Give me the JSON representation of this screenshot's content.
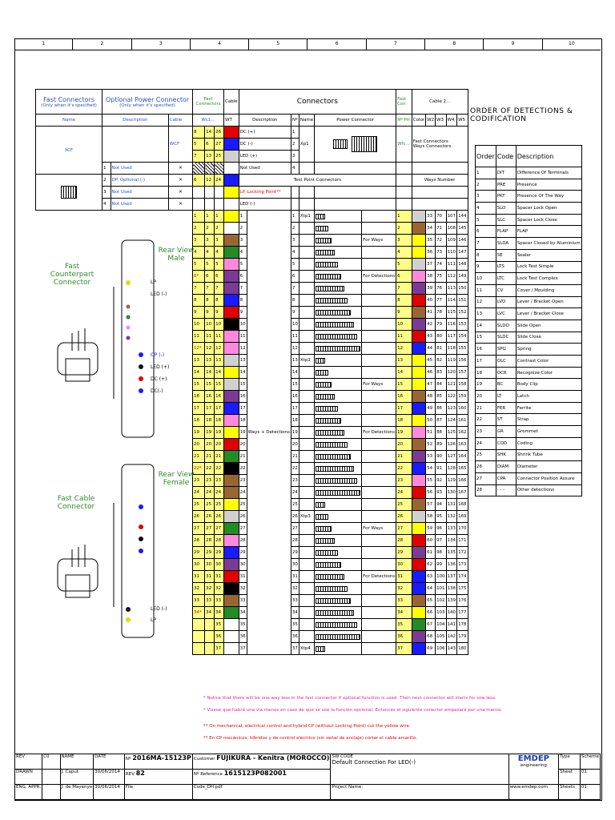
{
  "ruler": [
    "1",
    "2",
    "3",
    "4",
    "5",
    "6",
    "7",
    "8",
    "9",
    "10"
  ],
  "header": {
    "fast_connectors": "Fast Connectors",
    "fast_connectors_note": "(Only when it's specified)",
    "optional_power": "Optional Power Connector",
    "optional_power_note": "(Only when it's specified)",
    "fast_connectors2": "Fast Connectors",
    "cable": "Cable",
    "connectors": "Connectors",
    "fast_con": "Fast Con",
    "cable2": "Cable 2...",
    "name": "Name",
    "description": "Description",
    "cable_col": "Cable",
    "wc": "Wc1...",
    "wt": "WT",
    "desc2": "Description",
    "nr": "Nº",
    "name2": "Name",
    "power_connector": "Power Connector",
    "nr_pin": "Nº Pin",
    "color": "Color",
    "w2": "W2",
    "w3": "W3",
    "w4": "W4",
    "w5": "W5"
  },
  "power_rows": [
    {
      "wc": [
        "8",
        "14",
        "26"
      ],
      "color": "#e00000",
      "desc": "DC (+)",
      "nr": "1"
    },
    {
      "wc": [
        "5",
        "6",
        "27"
      ],
      "color": "#1a1aff",
      "desc": "DC (-)",
      "nr": "2"
    },
    {
      "wc": [
        "7",
        "13",
        "25"
      ],
      "color": "#d0d0d0",
      "desc": "LED (+)",
      "nr": "3"
    },
    {
      "wc": [
        "",
        "",
        ""
      ],
      "color": "#ffffff",
      "desc": "Not Used",
      "nr": "4"
    }
  ],
  "xcf": "XCF",
  "wcf": "WCF",
  "xp1": "Xp1",
  "fast_con_label": "Wfc...",
  "ways_connectors": "Fast Connectors Ways Connectors",
  "opt_rows": [
    {
      "n": "1",
      "d": "Not Used"
    },
    {
      "n": "2",
      "d": "DP. Optional (-)"
    },
    {
      "n": "3",
      "d": "Not Used"
    },
    {
      "n": "4",
      "d": "Not Used"
    }
  ],
  "test_point_connectors": "Test Point Connectors",
  "ways_number": "Ways Number",
  "lp_locking": "LP. Locking Point**",
  "led_minus": "LED (-)",
  "for_ways": "For Ways",
  "for_detections": "For Detections",
  "ways_detections": "Ways + Detections",
  "xtp_labels": [
    "Xtp1",
    "Xtp2",
    "Xtp3",
    "Xtp4"
  ],
  "wire_rows": [
    {
      "a": "1",
      "b": "1",
      "c": "1",
      "col": "#ffff00",
      "col2": "#d0d0d0",
      "n": "1",
      "w": [
        "33",
        "70",
        "107",
        "144"
      ]
    },
    {
      "a": "2",
      "b": "2",
      "c": "2",
      "col": "#ffffff",
      "col2": "#996633",
      "n": "2",
      "w": [
        "34",
        "71",
        "108",
        "145"
      ]
    },
    {
      "a": "3",
      "b": "3",
      "c": "3",
      "col": "#996633",
      "col2": "#ffff00",
      "n": "3",
      "w": [
        "35",
        "72",
        "109",
        "146"
      ]
    },
    {
      "a": "4",
      "b": "4",
      "c": "4",
      "col": "#228b22",
      "col2": "#ffff00",
      "n": "4",
      "w": [
        "36",
        "73",
        "110",
        "147"
      ]
    },
    {
      "a": "5",
      "b": "5",
      "c": "5",
      "col": "#ff88dd",
      "col2": "#d0d0d0",
      "n": "5",
      "w": [
        "37",
        "74",
        "111",
        "148"
      ]
    },
    {
      "a": "6*",
      "b": "6",
      "c": "6",
      "col": "#7b3a96",
      "col2": "#ff88dd",
      "n": "6",
      "w": [
        "38",
        "75",
        "112",
        "149"
      ]
    },
    {
      "a": "7",
      "b": "7",
      "c": "7",
      "col": "#7b3a96",
      "col2": "#7b3a96",
      "n": "7",
      "w": [
        "39",
        "76",
        "113",
        "150"
      ]
    },
    {
      "a": "8",
      "b": "8",
      "c": "8",
      "col": "#1a1aff",
      "col2": "#e00000",
      "n": "8",
      "w": [
        "40",
        "77",
        "114",
        "151"
      ]
    },
    {
      "a": "9",
      "b": "9",
      "c": "9",
      "col": "#e00000",
      "col2": "#996633",
      "n": "9",
      "w": [
        "41",
        "78",
        "115",
        "152"
      ]
    },
    {
      "a": "10",
      "b": "10",
      "c": "10",
      "col": "#000000",
      "col2": "#7b3a96",
      "n": "10",
      "w": [
        "42",
        "79",
        "116",
        "153"
      ]
    },
    {
      "a": "11",
      "b": "11",
      "c": "11",
      "col": "#ff88dd",
      "col2": "#e00000",
      "n": "11",
      "w": [
        "43",
        "80",
        "117",
        "154"
      ]
    },
    {
      "a": "12*",
      "b": "12",
      "c": "12",
      "col": "#ff88dd",
      "col2": "#1a1aff",
      "n": "12",
      "w": [
        "44",
        "81",
        "118",
        "155"
      ]
    },
    {
      "a": "13",
      "b": "13",
      "c": "13",
      "col": "#d0d0d0",
      "col2": "#ffff00",
      "n": "13",
      "w": [
        "45",
        "82",
        "119",
        "156"
      ]
    },
    {
      "a": "14",
      "b": "14",
      "c": "14",
      "col": "#ffff00",
      "col2": "#ffff00",
      "n": "14",
      "w": [
        "46",
        "83",
        "120",
        "157"
      ]
    },
    {
      "a": "15",
      "b": "15",
      "c": "15",
      "col": "#d0d0d0",
      "col2": "#ffff00",
      "n": "15",
      "w": [
        "47",
        "84",
        "121",
        "158"
      ]
    },
    {
      "a": "16",
      "b": "16",
      "c": "16",
      "col": "#7b3a96",
      "col2": "#996633",
      "n": "16",
      "w": [
        "48",
        "85",
        "122",
        "159"
      ]
    },
    {
      "a": "17",
      "b": "17",
      "c": "17",
      "col": "#1a1aff",
      "col2": "#1a1aff",
      "n": "17",
      "w": [
        "49",
        "86",
        "123",
        "160"
      ]
    },
    {
      "a": "18",
      "b": "18",
      "c": "18",
      "col": "#ff88dd",
      "col2": "#ffff00",
      "n": "18",
      "w": [
        "50",
        "87",
        "124",
        "161"
      ]
    },
    {
      "a": "19",
      "b": "19",
      "c": "19",
      "col": "#ffff00",
      "col2": "#ff88dd",
      "n": "19",
      "w": [
        "51",
        "88",
        "125",
        "162"
      ]
    },
    {
      "a": "20",
      "b": "20",
      "c": "20",
      "col": "#e00000",
      "col2": "#996633",
      "n": "20",
      "w": [
        "52",
        "89",
        "126",
        "163"
      ]
    },
    {
      "a": "21",
      "b": "21",
      "c": "21",
      "col": "#228b22",
      "col2": "#7b3a96",
      "n": "21",
      "w": [
        "53",
        "90",
        "127",
        "164"
      ]
    },
    {
      "a": "22*",
      "b": "22",
      "c": "22",
      "col": "#000000",
      "col2": "#1a1aff",
      "n": "22",
      "w": [
        "54",
        "91",
        "128",
        "165"
      ]
    },
    {
      "a": "23",
      "b": "23",
      "c": "23",
      "col": "#996633",
      "col2": "#ff88dd",
      "n": "23",
      "w": [
        "55",
        "92",
        "129",
        "166"
      ]
    },
    {
      "a": "24",
      "b": "24",
      "c": "24",
      "col": "#996633",
      "col2": "#e00000",
      "n": "24",
      "w": [
        "56",
        "93",
        "130",
        "167"
      ]
    },
    {
      "a": "25",
      "b": "25",
      "c": "25",
      "col": "#ffff00",
      "col2": "#996633",
      "n": "25",
      "w": [
        "57",
        "94",
        "131",
        "168"
      ]
    },
    {
      "a": "26",
      "b": "26",
      "c": "26",
      "col": "#d0d0d0",
      "col2": "#d0d0d0",
      "n": "26",
      "w": [
        "58",
        "95",
        "132",
        "169"
      ]
    },
    {
      "a": "27",
      "b": "27",
      "c": "27",
      "col": "#228b22",
      "col2": "#ffff00",
      "n": "27",
      "w": [
        "59",
        "96",
        "133",
        "170"
      ]
    },
    {
      "a": "28",
      "b": "28",
      "c": "28",
      "col": "#ff88dd",
      "col2": "#e00000",
      "n": "28",
      "w": [
        "60",
        "97",
        "134",
        "171"
      ]
    },
    {
      "a": "29",
      "b": "29",
      "c": "29",
      "col": "#1a1aff",
      "col2": "#7b3a96",
      "n": "29",
      "w": [
        "61",
        "98",
        "135",
        "172"
      ]
    },
    {
      "a": "30",
      "b": "30",
      "c": "30",
      "col": "#7b3a96",
      "col2": "#e00000",
      "n": "30",
      "w": [
        "62",
        "99",
        "136",
        "173"
      ]
    },
    {
      "a": "31",
      "b": "31",
      "c": "31",
      "col": "#e00000",
      "col2": "#1a1aff",
      "n": "31",
      "w": [
        "63",
        "100",
        "137",
        "174"
      ]
    },
    {
      "a": "32",
      "b": "32",
      "c": "32",
      "col": "#000000",
      "col2": "#1a1aff",
      "n": "32",
      "w": [
        "64",
        "101",
        "138",
        "175"
      ]
    },
    {
      "a": "33",
      "b": "33",
      "c": "33",
      "col": "#996633",
      "col2": "#996633",
      "n": "33",
      "w": [
        "65",
        "102",
        "139",
        "176"
      ]
    },
    {
      "a": "34*",
      "b": "34",
      "c": "34",
      "col": "#228b22",
      "col2": "#ffff00",
      "n": "34",
      "w": [
        "66",
        "103",
        "140",
        "177"
      ]
    },
    {
      "a": "",
      "b": "",
      "c": "35",
      "col": "#ffffff",
      "col2": "#228b22",
      "n": "35",
      "w": [
        "67",
        "104",
        "141",
        "178"
      ]
    },
    {
      "a": "",
      "b": "",
      "c": "36",
      "col": "#ffffff",
      "col2": "#7b3a96",
      "n": "36",
      "w": [
        "68",
        "105",
        "142",
        "179"
      ]
    },
    {
      "a": "",
      "b": "",
      "c": "37",
      "col": "#ffffff",
      "col2": "#1a1aff",
      "n": "37",
      "w": [
        "69",
        "106",
        "143",
        "180"
      ]
    }
  ],
  "left_labels": {
    "fast_counterpart": "Fast Counterpart Connector",
    "rear_view_male": "Rear View Male",
    "fast_cable": "Fast Cable Connector",
    "rear_view_female": "Rear View Female",
    "lp": "LP",
    "led_minus": "LED (-)",
    "op_minus": "OP (-)",
    "led_plus": "LED (+)",
    "dc_plus": "DC (+)",
    "dc_minus": "DC(-)",
    "ways_det": "Ways + Detections"
  },
  "order_title": "ORDER OF DETECTIONS & CODIFICATION",
  "order_headers": [
    "Order",
    "Code",
    "Description"
  ],
  "order_rows": [
    [
      "1",
      "DIT",
      "Difference Of Terminals"
    ],
    [
      "2",
      "PRE",
      "Presence"
    ],
    [
      "3",
      "PKT",
      "Presence Of The Way"
    ],
    [
      "4",
      "SLO",
      "Spacer Lock Open"
    ],
    [
      "5",
      "SLC",
      "Spacer Lock Close"
    ],
    [
      "6",
      "FLAP",
      "FLAP"
    ],
    [
      "7",
      "SLDA",
      "Spacer Closed by Aluminium"
    ],
    [
      "8",
      "SE",
      "Sealer"
    ],
    [
      "9",
      "LTS",
      "Lock Test Simple"
    ],
    [
      "10",
      "LTC",
      "Lock Test Complex"
    ],
    [
      "11",
      "CV",
      "Cover / Moulding"
    ],
    [
      "12",
      "LVO",
      "Lever / Bracket Open"
    ],
    [
      "13",
      "LVC",
      "Lever / Bracket Close"
    ],
    [
      "14",
      "SLDO",
      "Slide Open"
    ],
    [
      "15",
      "SLDC",
      "Slide Close"
    ],
    [
      "16",
      "SPG",
      "Spring"
    ],
    [
      "17",
      "OLC",
      "Contrast Color"
    ],
    [
      "18",
      "OCR",
      "Recognize Color"
    ],
    [
      "19",
      "BC",
      "Body Clip"
    ],
    [
      "20",
      "LT",
      "Latch"
    ],
    [
      "21",
      "FER",
      "Ferrite"
    ],
    [
      "22",
      "ST",
      "Strap"
    ],
    [
      "23",
      "GR",
      "Grommet"
    ],
    [
      "24",
      "COD",
      "Coding"
    ],
    [
      "25",
      "SHK",
      "Shrink Tube"
    ],
    [
      "26",
      "DIAM",
      "Diameter"
    ],
    [
      "27",
      "CPA",
      "Connector Position Assure"
    ],
    [
      "28",
      "- - -",
      "Other detections"
    ]
  ],
  "notes": [
    "* Notice that there will be one way less in the fast connector if optional function is used. Then next connector will starts for one less.",
    "* Visese que habrá una vía menos en caso de que se use la función opcional. Entonces el siguiente conector empezará por una menos.",
    "** On mechanical, electrical control and hybrid CP (without Locking Point) cut the yellow wire.",
    "** En CP mecánicos, híbridos y de control eléctrico (sin señal de anclaje) cortar el cable amarillo."
  ],
  "title_block": {
    "rev": "REV",
    "rev_val": "C0",
    "name": "NAME",
    "date": "DATE",
    "drawn": "DRAWN",
    "drawn_by": "J. Caput",
    "drawn_date": "30/06/2014",
    "eng_appr": "ENG. APPR.",
    "appr_by": "J. de Mayenye",
    "appr_date": "30/06/2014",
    "nr_label": "Nº",
    "drawing_nr": "2016MA-15123P",
    "rev_label": "REV",
    "rev_nr": "82",
    "file_label": "File",
    "customer_label": "Customer",
    "customer": "FUJIKURA - Kenitra (MOROCCO)",
    "pn_label": "Nº Reference",
    "pn": "1615123P082001",
    "file": "Code_DH.pdf",
    "sw_code": "SW CODE",
    "description": "Default Connection For LED(-)",
    "project": "Project Name:",
    "brand": "EMDEP",
    "brand_sub": "engineering",
    "website": "www.emdep.com",
    "type_label": "Type",
    "type": "Scheme",
    "sheet_label": "Sheet",
    "sheet": "01",
    "sheets_label": "Sheets",
    "sheets": "01"
  }
}
